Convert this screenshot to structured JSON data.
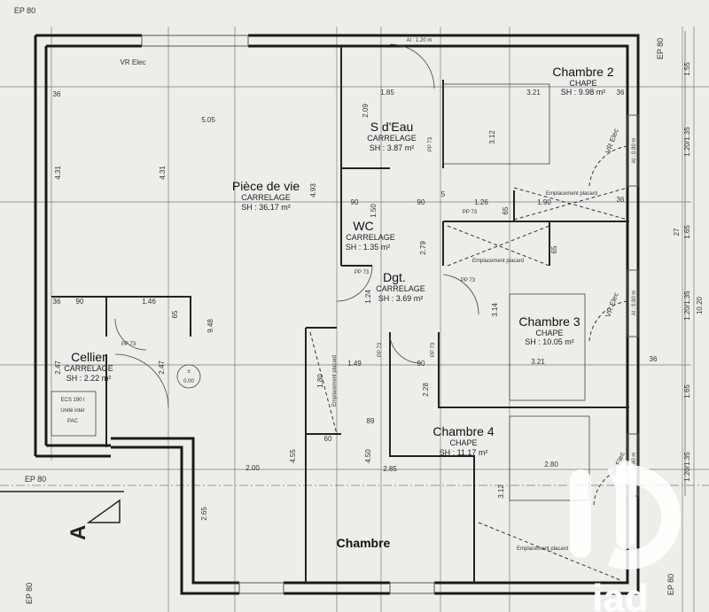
{
  "plan": {
    "wall_labels": {
      "ep80": "EP 80",
      "vr_elec": "VR Elec",
      "al_120": "Al : 1.20 m",
      "al_090": "Al : 0.90 m",
      "al_080": "Al : 0.80 m",
      "pp73": "PP 73",
      "placard": "Emplacement placard"
    },
    "rooms": {
      "piece_de_vie": {
        "name": "Pièce de vie",
        "floor": "CARRELAGE",
        "area": "SH : 36.17 m²"
      },
      "cellier": {
        "name": "Cellier",
        "floor": "CARRELAGE",
        "area": "SH : 2.22 m²"
      },
      "sdeau": {
        "name": "S d'Eau",
        "floor": "CARRELAGE",
        "area": "SH : 3.87 m²"
      },
      "wc": {
        "name": "WC",
        "floor": "CARRELAGE",
        "area": "SH : 1.35 m²"
      },
      "dgt": {
        "name": "Dgt.",
        "floor": "CARRELAGE",
        "area": "SH : 3.69 m²"
      },
      "chambre2": {
        "name": "Chambre 2",
        "floor": "CHAPE",
        "area": "SH : 9.98 m²"
      },
      "chambre3": {
        "name": "Chambre 3",
        "floor": "CHAPE",
        "area": "SH : 10.05 m²"
      },
      "chambre4": {
        "name": "Chambre 4",
        "floor": "CHAPE",
        "area": "SH : 11.17 m²"
      },
      "chambre5": {
        "name": "Chambre"
      }
    },
    "equipment": {
      "line1": "ECS 190 l",
      "line2": "Unité intér",
      "line3": "PAC"
    },
    "level": {
      "sign": "±",
      "value": "0.00"
    },
    "section_marker": "A",
    "dims": {
      "d505": "5.05",
      "d431": "4.31",
      "d493": "4.93",
      "d948": "9.48",
      "d247": "2.47",
      "d200": "2.00",
      "d265": "2.65",
      "d455": "4.55",
      "d450": "4.50",
      "d285": "2.85",
      "d280": "2.80",
      "d312": "3.12",
      "d185": "1.85",
      "d209": "2.09",
      "d321": "3.21",
      "d150": "1.50",
      "d90": "90",
      "d126": "1.26",
      "d65": "65",
      "d190": "1.90",
      "d36": "36",
      "d279": "2.79",
      "d124": "1.24",
      "d314": "3.14",
      "d149": "1.49",
      "d228": "2.28",
      "d180": "1.80",
      "d89": "89",
      "d60": "60",
      "d146": "1.46",
      "d5": "5"
    },
    "right_dims": {
      "a": "1.55",
      "b": "1.20/1.35",
      "c": "1.65",
      "c_note": "27",
      "d": "1.20/1.35",
      "total": "10.20",
      "e": "1.65",
      "f": "1.20/1.35"
    },
    "watermark": "iad"
  }
}
